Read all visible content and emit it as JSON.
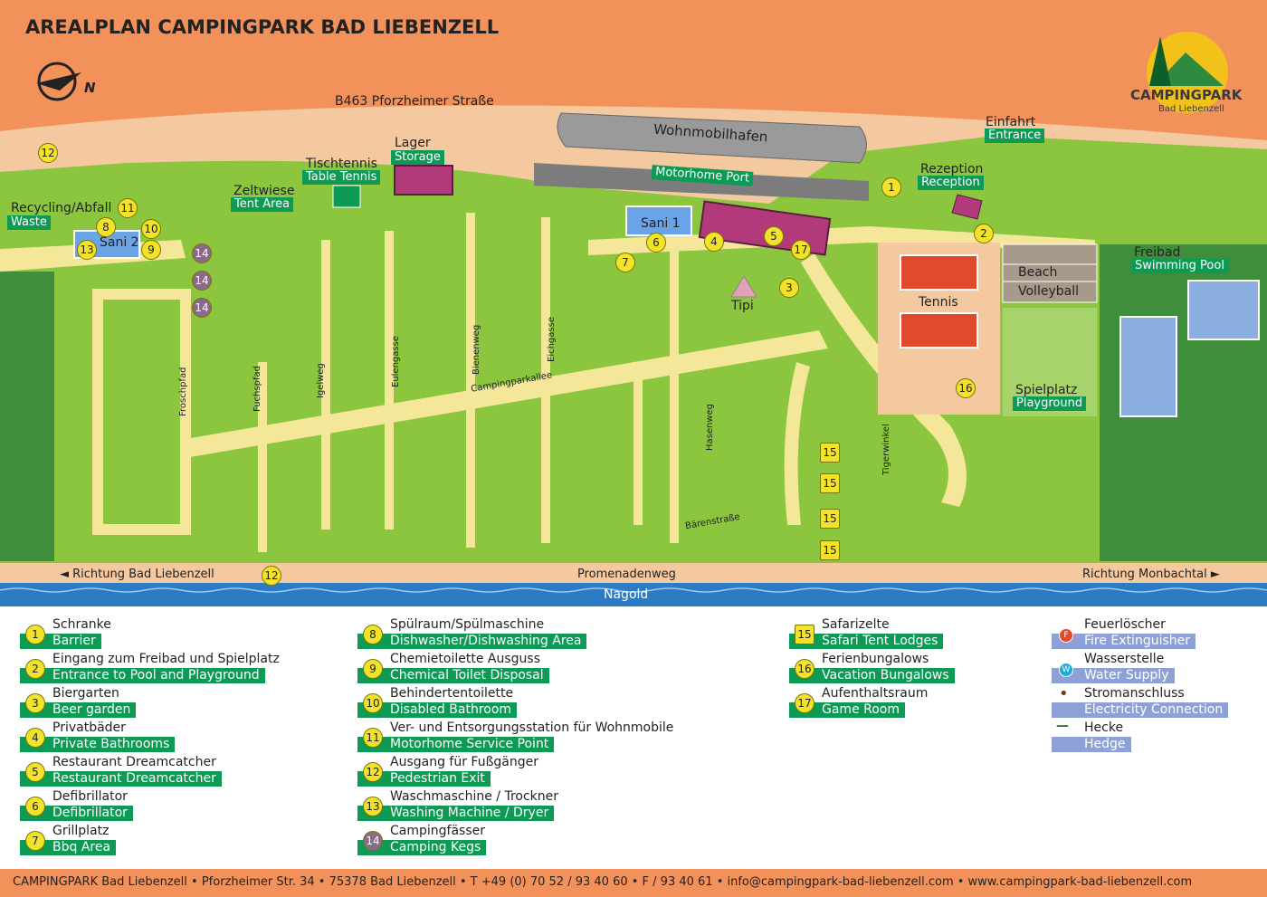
{
  "title": "AREALPLAN CAMPINGPARK BAD LIEBENZELL",
  "compass_label": "N",
  "logo": {
    "name": "CAMPINGPARK",
    "sub": "Bad Liebenzell"
  },
  "roads": {
    "b463": "B463 Pforzheimer Straße",
    "promenade": "Promenadenweg",
    "river": "Nagold",
    "left_direction": "◄  Richtung Bad Liebenzell",
    "right_direction": "Richtung Monbachtal  ►",
    "campingparkallee": "Campingparkallee",
    "baerenstrasse": "Bärenstraße"
  },
  "paths": [
    "Froschpfad",
    "Fuchspfad",
    "Igelweg",
    "Eulengasse",
    "Bienenweg",
    "Eichgasse",
    "Hasenweg",
    "Tigerwinkel"
  ],
  "areas": {
    "wohnmobilhafen": "Wohnmobilhafen",
    "motorhome_port": "Motorhome Port",
    "lager": "Lager",
    "storage": "Storage",
    "tischtennis": "Tischtennis",
    "table_tennis": "Table Tennis",
    "zeltwiese": "Zeltwiese",
    "tent_area": "Tent Area",
    "recycling": "Recycling/Abfall",
    "waste": "Waste",
    "sani1": "Sani 1",
    "sani2": "Sani 2",
    "einfahrt": "Einfahrt",
    "entrance": "Entrance",
    "rezeption": "Rezeption",
    "reception": "Reception",
    "freibad": "Freibad",
    "swimming_pool": "Swimming Pool",
    "beach": "Beach",
    "volleyball": "Volleyball",
    "tennis": "Tennis",
    "spielplatz": "Spielplatz",
    "playground": "Playground",
    "tipi": "Tipi"
  },
  "legend": {
    "col1": [
      {
        "num": "1",
        "de": "Schranke",
        "en": "Barrier"
      },
      {
        "num": "2",
        "de": "Eingang zum Freibad und Spielplatz",
        "en": "Entrance to Pool and Playground"
      },
      {
        "num": "3",
        "de": "Biergarten",
        "en": "Beer garden"
      },
      {
        "num": "4",
        "de": "Privatbäder",
        "en": "Private Bathrooms"
      },
      {
        "num": "5",
        "de": "Restaurant Dreamcatcher",
        "en": "Restaurant Dreamcatcher"
      },
      {
        "num": "6",
        "de": "Defibrillator",
        "en": "Defibrillator"
      },
      {
        "num": "7",
        "de": "Grillplatz",
        "en": "Bbq Area"
      }
    ],
    "col2": [
      {
        "num": "8",
        "de": "Spülraum/Spülmaschine",
        "en": "Dishwasher/Dishwashing Area"
      },
      {
        "num": "9",
        "de": "Chemietoilette Ausguss",
        "en": "Chemical Toilet Disposal"
      },
      {
        "num": "10",
        "de": "Behindertentoilette",
        "en": "Disabled Bathroom"
      },
      {
        "num": "11",
        "de": "Ver- und Entsorgungsstation für Wohnmobile",
        "en": "Motorhome Service Point"
      },
      {
        "num": "12",
        "de": "Ausgang für Fußgänger",
        "en": "Pedestrian Exit"
      },
      {
        "num": "13",
        "de": "Waschmaschine / Trockner",
        "en": "Washing Machine / Dryer"
      },
      {
        "num": "14",
        "de": "Campingfässer",
        "en": "Camping Kegs"
      }
    ],
    "col3": [
      {
        "num": "15",
        "de": "Safarizelte",
        "en": "Safari Tent Lodges"
      },
      {
        "num": "16",
        "de": "Ferienbungalows",
        "en": "Vacation Bungalows"
      },
      {
        "num": "17",
        "de": "Aufenthaltsraum",
        "en": "Game Room"
      }
    ],
    "col4": [
      {
        "icon": "F",
        "de": "Feuerlöscher",
        "en": "Fire Extinguisher"
      },
      {
        "icon": "W",
        "de": "Wasserstelle",
        "en": "Water Supply"
      },
      {
        "icon": "•",
        "de": "Stromanschluss",
        "en": "Electricity Connection"
      },
      {
        "icon": "—",
        "de": "Hecke",
        "en": "Hedge"
      }
    ]
  },
  "footer": "CAMPINGPARK Bad Liebenzell • Pforzheimer Str. 34 • 75378 Bad Liebenzell • T +49 (0) 70 52 / 93 40 60 • F / 93 40 61 • info@campingpark-bad-liebenzell.com • www.campingpark-bad-liebenzell.com",
  "colors": {
    "grass": "#8cc63f",
    "road": "#f4e79a",
    "orange": "#f2925a",
    "sand": "#f5c9a0",
    "river": "#2b7cc4",
    "green_label": "#0c9a55",
    "blue_label": "#8ea1d6"
  }
}
